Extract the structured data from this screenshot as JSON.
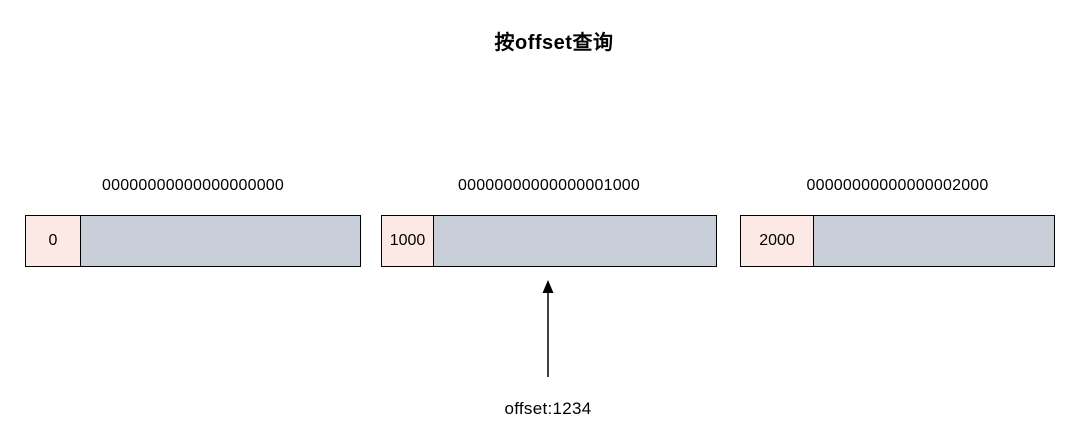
{
  "title": "按offset查询",
  "segments": [
    {
      "filename": "00000000000000000000",
      "base_offset": "0"
    },
    {
      "filename": "00000000000000001000",
      "base_offset": "1000"
    },
    {
      "filename": "00000000000000002000",
      "base_offset": "2000"
    }
  ],
  "pointer": {
    "label": "offset:1234"
  },
  "colors": {
    "base_offset_cell_fill": "#fce9e6",
    "segment_body_fill": "#c9cfd9",
    "stroke": "#000000",
    "background": "#ffffff"
  }
}
